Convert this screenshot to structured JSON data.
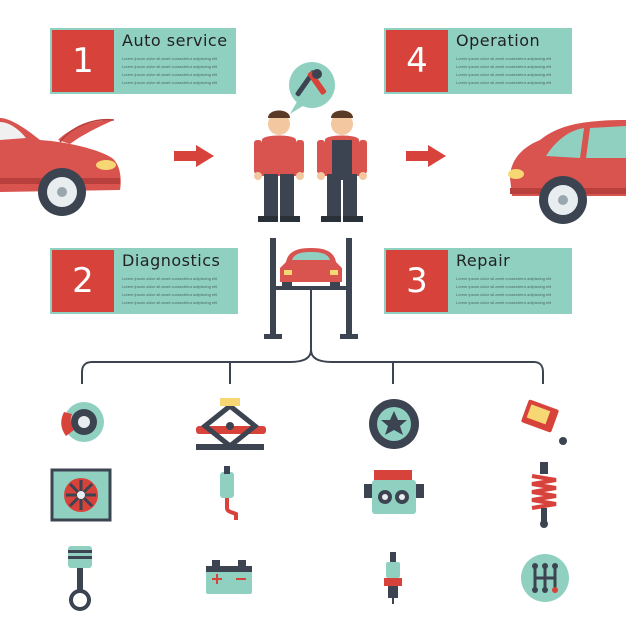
{
  "steps": [
    {
      "number": "1",
      "title": "Auto service"
    },
    {
      "number": "2",
      "title": "Diagnostics"
    },
    {
      "number": "3",
      "title": "Repair"
    },
    {
      "number": "4",
      "title": "Operation"
    }
  ],
  "placeholder_text": "Lorem ipsum dolor sit amet consectetur adipiscing elit",
  "colors": {
    "accent_red": "#d7423a",
    "panel_teal": "#8fd0c0",
    "dark": "#3b4450",
    "car_red": "#d9534f"
  },
  "icons": [
    "brake-disc-icon",
    "car-jack-icon",
    "tire-icon",
    "oil-can-icon",
    "radiator-fan-icon",
    "exhaust-pipe-icon",
    "engine-block-icon",
    "shock-absorber-icon",
    "piston-icon",
    "battery-icon",
    "spark-plug-icon",
    "gear-shift-icon"
  ]
}
